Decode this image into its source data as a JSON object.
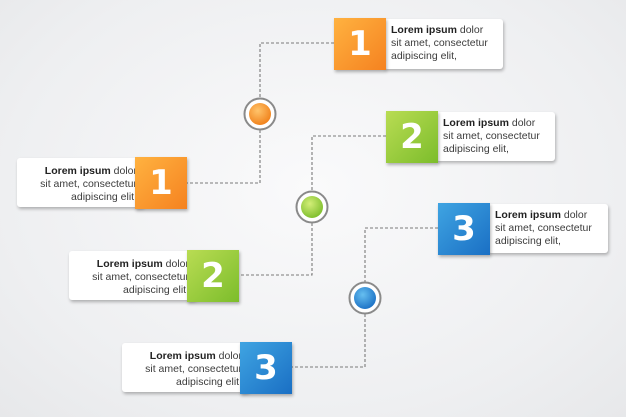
{
  "colors": {
    "orange": "#f7941d",
    "green": "#8dc63f",
    "blue": "#2a8ad4",
    "connector": "#7a7a7a"
  },
  "steps": [
    {
      "number": "1",
      "bold": "Lorem ipsum",
      "line1": " dolor",
      "line2": "sit amet, consectetur",
      "line3": "adipiscing elit,"
    },
    {
      "number": "2",
      "bold": "Lorem ipsum",
      "line1": " dolor",
      "line2": "sit amet, consectetur",
      "line3": "adipiscing elit,"
    },
    {
      "number": "3",
      "bold": "Lorem ipsum",
      "line1": " dolor",
      "line2": "sit amet, consectetur",
      "line3": "adipiscing elit,"
    },
    {
      "number": "1",
      "bold": "Lorem ipsum",
      "line1": " dolor",
      "line2": "sit amet, consectetur",
      "line3": "adipiscing elit,"
    },
    {
      "number": "2",
      "bold": "Lorem ipsum",
      "line1": " dolor",
      "line2": "sit amet, consectetur",
      "line3": "adipiscing elit,"
    },
    {
      "number": "3",
      "bold": "Lorem ipsum",
      "line1": " dolor",
      "line2": "sit amet, consectetur",
      "line3": "adipiscing elit,"
    }
  ]
}
